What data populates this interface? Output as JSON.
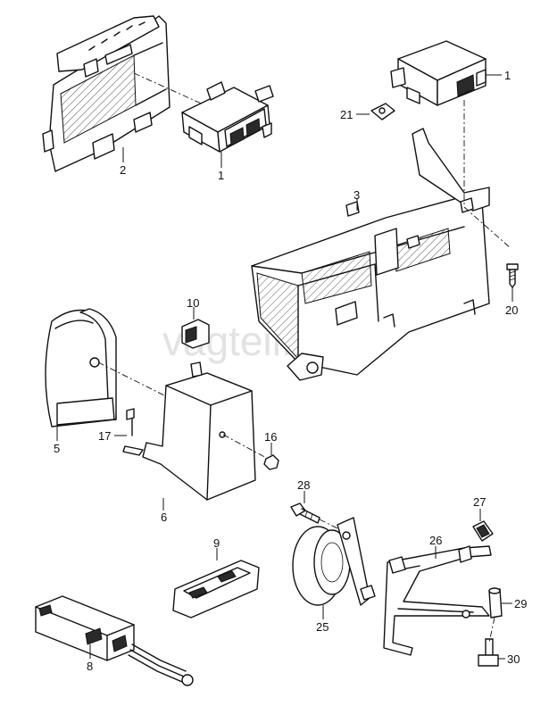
{
  "watermark": "vagteil.ru",
  "callouts": [
    {
      "id": "c1a",
      "text": "1"
    },
    {
      "id": "c1b",
      "text": "1"
    },
    {
      "id": "c2",
      "text": "2"
    },
    {
      "id": "c3",
      "text": "3"
    },
    {
      "id": "c5",
      "text": "5"
    },
    {
      "id": "c6",
      "text": "6"
    },
    {
      "id": "c8",
      "text": "8"
    },
    {
      "id": "c9",
      "text": "9"
    },
    {
      "id": "c10",
      "text": "10"
    },
    {
      "id": "c16",
      "text": "16"
    },
    {
      "id": "c17",
      "text": "17"
    },
    {
      "id": "c20",
      "text": "20"
    },
    {
      "id": "c21",
      "text": "21"
    },
    {
      "id": "c25",
      "text": "25"
    },
    {
      "id": "c26",
      "text": "26"
    },
    {
      "id": "c27",
      "text": "27"
    },
    {
      "id": "c28",
      "text": "28"
    },
    {
      "id": "c29",
      "text": "29"
    },
    {
      "id": "c30",
      "text": "30"
    }
  ]
}
